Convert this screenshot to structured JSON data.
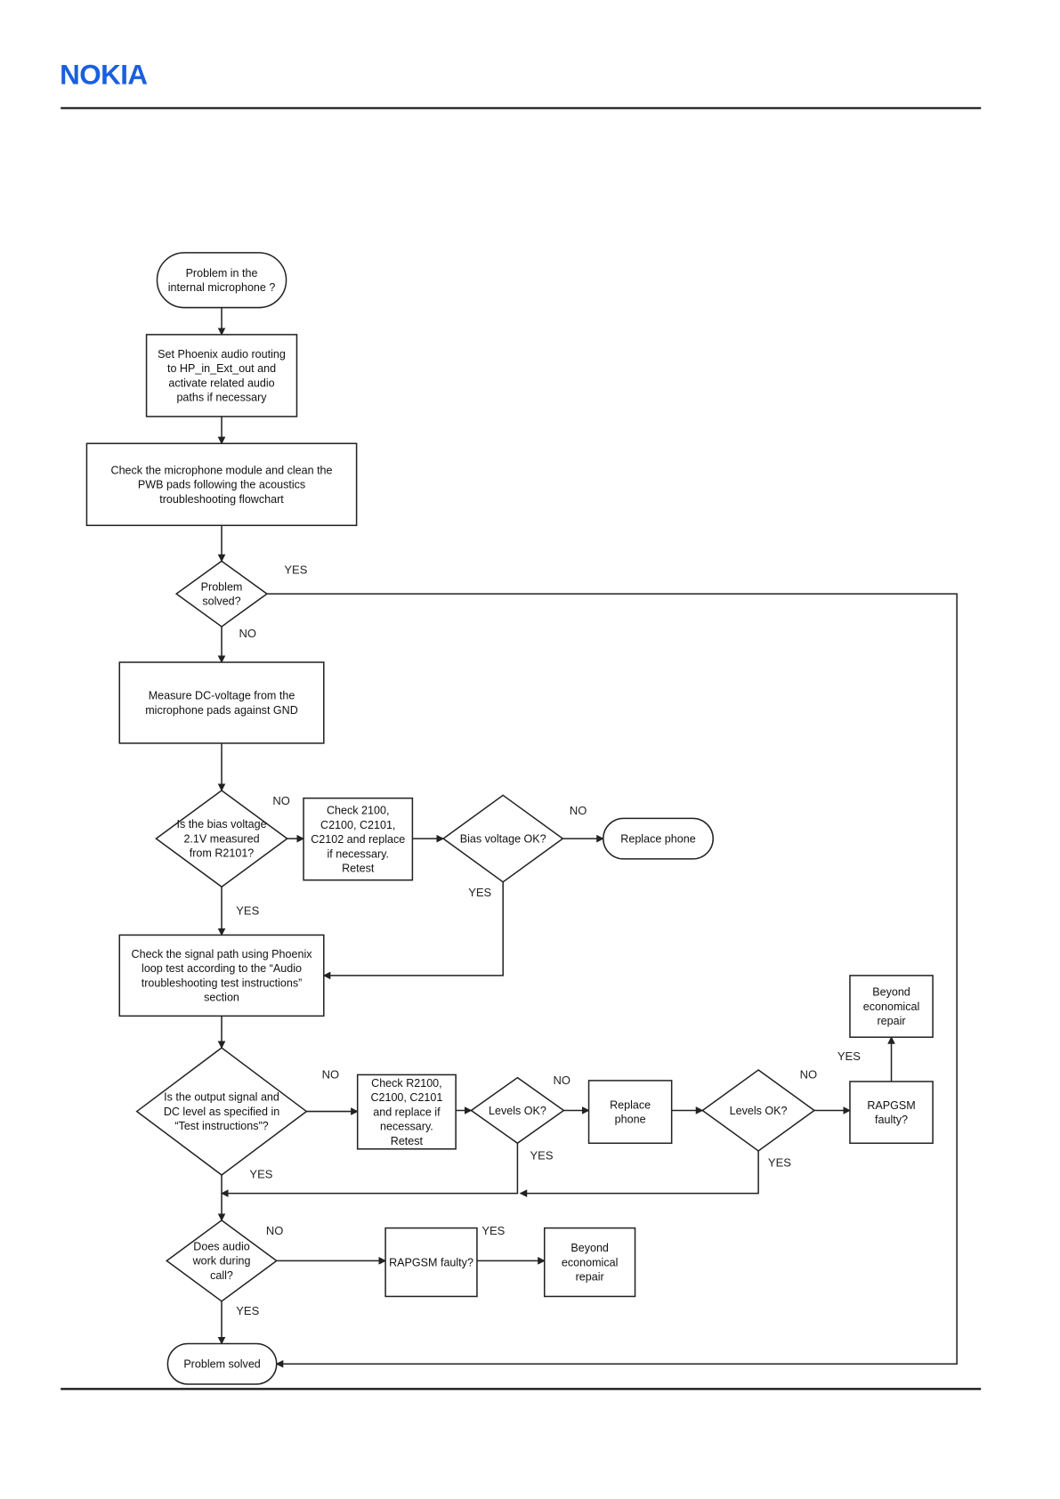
{
  "header": {
    "logo_text": "NOKIA",
    "brand_color": "#1a5fe0"
  },
  "flowchart": {
    "start": [
      "Problem in the",
      "internal microphone ?"
    ],
    "set_routing": [
      "Set Phoenix audio routing",
      "to HP_in_Ext_out and",
      "activate related audio",
      "paths if necessary"
    ],
    "check_module": [
      "Check the microphone module and clean the",
      "PWB pads following the acoustics",
      "troubleshooting  flowchart"
    ],
    "problem_solved_q": [
      "Problem",
      "solved?"
    ],
    "measure_dc": [
      "Measure DC-voltage from the",
      "microphone pads against GND"
    ],
    "bias_q": [
      "Is the bias voltage",
      "2.1V measured",
      "from R2101?"
    ],
    "check_2100": [
      "Check 2100,",
      "C2100, C2101,",
      "C2102 and replace",
      "if necessary.",
      "Retest"
    ],
    "bias_ok_q": [
      "Bias voltage OK?"
    ],
    "replace_phone_1": [
      "Replace phone"
    ],
    "check_signal": [
      "Check the signal path using Phoenix",
      "loop test according to the “Audio",
      "troubleshooting test instructions”",
      "section"
    ],
    "output_q": [
      "Is the output signal and",
      "DC level as specified in",
      "“Test instructions”?"
    ],
    "check_r2100": [
      "Check R2100,",
      "C2100, C2101",
      "and replace if",
      "necessary.",
      "Retest"
    ],
    "levels_ok_1": [
      "Levels OK?"
    ],
    "replace_phone_2": [
      "Replace",
      "phone"
    ],
    "levels_ok_2": [
      "Levels OK?"
    ],
    "rapgsm_1": [
      "RAPGSM",
      "faulty?"
    ],
    "beyond_1": [
      "Beyond",
      "economical",
      "repair"
    ],
    "audio_call_q": [
      "Does audio",
      "work during",
      "call?"
    ],
    "rapgsm_2": [
      "RAPGSM faulty?"
    ],
    "beyond_2": [
      "Beyond",
      "economical",
      "repair"
    ],
    "end": [
      "Problem solved"
    ],
    "labels": {
      "yes": "YES",
      "no": "NO"
    }
  }
}
